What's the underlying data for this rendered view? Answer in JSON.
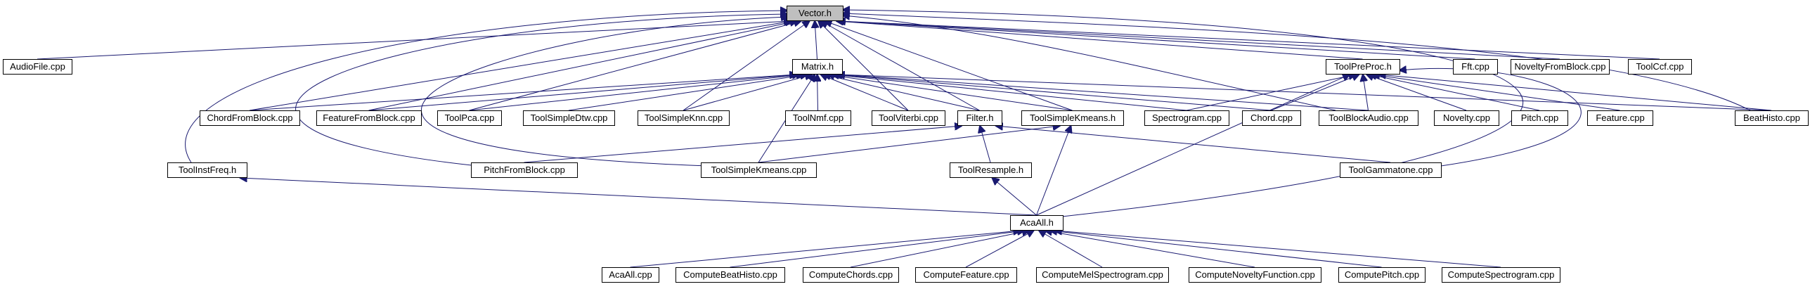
{
  "diagram": {
    "type": "include-dependency-graph",
    "edge_color": "#191970",
    "root_fill": "#bfbfbf",
    "nodes": [
      {
        "id": "vector_h",
        "label": "Vector.h"
      },
      {
        "id": "audiofile_cpp",
        "label": "AudioFile.cpp"
      },
      {
        "id": "matrix_h",
        "label": "Matrix.h"
      },
      {
        "id": "toolpreproc_h",
        "label": "ToolPreProc.h"
      },
      {
        "id": "fft_cpp",
        "label": "Fft.cpp"
      },
      {
        "id": "noveltyfromblock_cpp",
        "label": "NoveltyFromBlock.cpp"
      },
      {
        "id": "toolccf_cpp",
        "label": "ToolCcf.cpp"
      },
      {
        "id": "chordfromblock_cpp",
        "label": "ChordFromBlock.cpp"
      },
      {
        "id": "featurefromblock_cpp",
        "label": "FeatureFromBlock.cpp"
      },
      {
        "id": "toolpca_cpp",
        "label": "ToolPca.cpp"
      },
      {
        "id": "toolsimpledtw_cpp",
        "label": "ToolSimpleDtw.cpp"
      },
      {
        "id": "toolsimpleknn_cpp",
        "label": "ToolSimpleKnn.cpp"
      },
      {
        "id": "toolnmf_cpp",
        "label": "ToolNmf.cpp"
      },
      {
        "id": "toolviterbi_cpp",
        "label": "ToolViterbi.cpp"
      },
      {
        "id": "filter_h",
        "label": "Filter.h"
      },
      {
        "id": "toolsimplekmeans_h",
        "label": "ToolSimpleKmeans.h"
      },
      {
        "id": "spectrogram_cpp",
        "label": "Spectrogram.cpp"
      },
      {
        "id": "chord_cpp",
        "label": "Chord.cpp"
      },
      {
        "id": "toolblockaudio_cpp",
        "label": "ToolBlockAudio.cpp"
      },
      {
        "id": "novelty_cpp",
        "label": "Novelty.cpp"
      },
      {
        "id": "pitch_cpp",
        "label": "Pitch.cpp"
      },
      {
        "id": "feature_cpp",
        "label": "Feature.cpp"
      },
      {
        "id": "beathisto_cpp",
        "label": "BeatHisto.cpp"
      },
      {
        "id": "toolinstfreq_h",
        "label": "ToolInstFreq.h"
      },
      {
        "id": "pitchfromblock_cpp",
        "label": "PitchFromBlock.cpp"
      },
      {
        "id": "toolsimplekmeans_cpp",
        "label": "ToolSimpleKmeans.cpp"
      },
      {
        "id": "toolresample_h",
        "label": "ToolResample.h"
      },
      {
        "id": "toolgammatone_cpp",
        "label": "ToolGammatone.cpp"
      },
      {
        "id": "acaall_h",
        "label": "AcaAll.h"
      },
      {
        "id": "acaall_cpp",
        "label": "AcaAll.cpp"
      },
      {
        "id": "computebeathisto_cpp",
        "label": "ComputeBeatHisto.cpp"
      },
      {
        "id": "computechords_cpp",
        "label": "ComputeChords.cpp"
      },
      {
        "id": "computefeature_cpp",
        "label": "ComputeFeature.cpp"
      },
      {
        "id": "computemelspectrogram_cpp",
        "label": "ComputeMelSpectrogram.cpp"
      },
      {
        "id": "computenoveltyfunction_cpp",
        "label": "ComputeNoveltyFunction.cpp"
      },
      {
        "id": "computepitch_cpp",
        "label": "ComputePitch.cpp"
      },
      {
        "id": "computespectrogram_cpp",
        "label": "ComputeSpectrogram.cpp"
      }
    ],
    "edges": [
      [
        "audiofile_cpp",
        "vector_h"
      ],
      [
        "matrix_h",
        "vector_h"
      ],
      [
        "toolpreproc_h",
        "vector_h"
      ],
      [
        "fft_cpp",
        "vector_h"
      ],
      [
        "noveltyfromblock_cpp",
        "vector_h"
      ],
      [
        "toolccf_cpp",
        "vector_h"
      ],
      [
        "chordfromblock_cpp",
        "vector_h"
      ],
      [
        "featurefromblock_cpp",
        "vector_h"
      ],
      [
        "toolpca_cpp",
        "vector_h"
      ],
      [
        "toolsimpleknn_cpp",
        "vector_h"
      ],
      [
        "toolviterbi_cpp",
        "vector_h"
      ],
      [
        "filter_h",
        "vector_h"
      ],
      [
        "toolsimplekmeans_h",
        "vector_h"
      ],
      [
        "toolblockaudio_cpp",
        "vector_h"
      ],
      [
        "beathisto_cpp",
        "vector_h"
      ],
      [
        "toolinstfreq_h",
        "vector_h"
      ],
      [
        "pitchfromblock_cpp",
        "vector_h"
      ],
      [
        "toolsimplekmeans_cpp",
        "vector_h"
      ],
      [
        "acaall_h",
        "vector_h"
      ],
      [
        "chordfromblock_cpp",
        "matrix_h"
      ],
      [
        "featurefromblock_cpp",
        "matrix_h"
      ],
      [
        "toolpca_cpp",
        "matrix_h"
      ],
      [
        "toolsimpledtw_cpp",
        "matrix_h"
      ],
      [
        "toolsimpleknn_cpp",
        "matrix_h"
      ],
      [
        "toolnmf_cpp",
        "matrix_h"
      ],
      [
        "toolviterbi_cpp",
        "matrix_h"
      ],
      [
        "filter_h",
        "matrix_h"
      ],
      [
        "toolsimplekmeans_h",
        "matrix_h"
      ],
      [
        "spectrogram_cpp",
        "matrix_h"
      ],
      [
        "chord_cpp",
        "matrix_h"
      ],
      [
        "toolblockaudio_cpp",
        "matrix_h"
      ],
      [
        "beathisto_cpp",
        "matrix_h"
      ],
      [
        "toolsimplekmeans_cpp",
        "matrix_h"
      ],
      [
        "spectrogram_cpp",
        "toolpreproc_h"
      ],
      [
        "chord_cpp",
        "toolpreproc_h"
      ],
      [
        "toolblockaudio_cpp",
        "toolpreproc_h"
      ],
      [
        "novelty_cpp",
        "toolpreproc_h"
      ],
      [
        "pitch_cpp",
        "toolpreproc_h"
      ],
      [
        "feature_cpp",
        "toolpreproc_h"
      ],
      [
        "beathisto_cpp",
        "toolpreproc_h"
      ],
      [
        "toolgammatone_cpp",
        "toolpreproc_h"
      ],
      [
        "acaall_h",
        "toolpreproc_h"
      ],
      [
        "pitchfromblock_cpp",
        "filter_h"
      ],
      [
        "toolresample_h",
        "filter_h"
      ],
      [
        "toolgammatone_cpp",
        "filter_h"
      ],
      [
        "toolsimplekmeans_cpp",
        "toolsimplekmeans_h"
      ],
      [
        "acaall_h",
        "toolsimplekmeans_h"
      ],
      [
        "acaall_h",
        "toolresample_h"
      ],
      [
        "acaall_h",
        "toolinstfreq_h"
      ],
      [
        "acaall_cpp",
        "acaall_h"
      ],
      [
        "computebeathisto_cpp",
        "acaall_h"
      ],
      [
        "computechords_cpp",
        "acaall_h"
      ],
      [
        "computefeature_cpp",
        "acaall_h"
      ],
      [
        "computemelspectrogram_cpp",
        "acaall_h"
      ],
      [
        "computenoveltyfunction_cpp",
        "acaall_h"
      ],
      [
        "computepitch_cpp",
        "acaall_h"
      ],
      [
        "computespectrogram_cpp",
        "acaall_h"
      ]
    ]
  }
}
